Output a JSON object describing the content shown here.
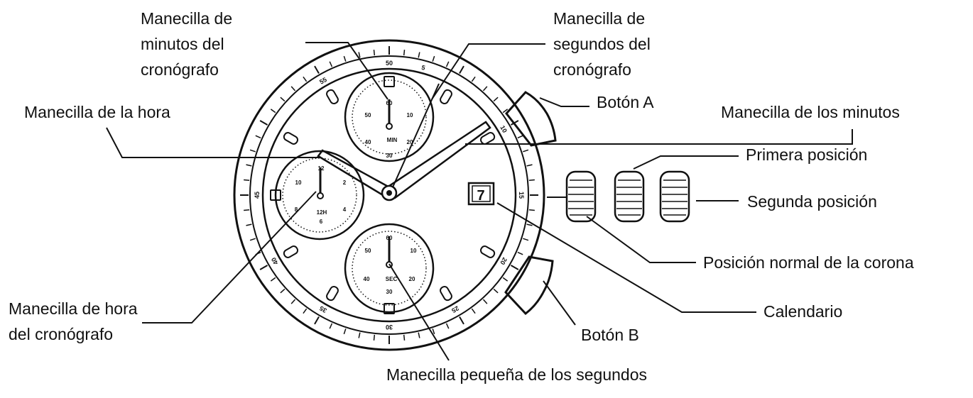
{
  "labels": {
    "chrono_minutes_hand": [
      "Manecilla de",
      "minutos del",
      "cronógrafo"
    ],
    "chrono_seconds_hand": [
      "Manecilla de",
      "segundos del",
      "cronógrafo"
    ],
    "hour_hand": "Manecilla de la hora",
    "button_a": "Botón A",
    "minute_hand": "Manecilla de los minutos",
    "first_position": "Primera posición",
    "second_position": "Segunda posición",
    "crown_normal_position": "Posición normal de la corona",
    "calendar": "Calendario",
    "chrono_hour_hand": [
      "Manecilla de hora",
      "del cronógrafo"
    ],
    "button_b": "Botón B",
    "small_seconds_hand": "Manecilla pequeña de los segundos"
  },
  "date_window": "7",
  "bezel_numbers": [
    "50",
    "5",
    "10",
    "15",
    "20",
    "25",
    "30",
    "35",
    "40",
    "45",
    "55"
  ],
  "subdials": {
    "top": {
      "numbers": [
        "60",
        "10",
        "20",
        "30",
        "40",
        "50"
      ],
      "text": "MIN"
    },
    "left": {
      "numbers": [
        "12",
        "2",
        "4",
        "6",
        "8",
        "10"
      ],
      "text": "12H"
    },
    "bottom": {
      "numbers": [
        "60",
        "10",
        "20",
        "30",
        "40",
        "50"
      ],
      "text": "SEC"
    }
  }
}
